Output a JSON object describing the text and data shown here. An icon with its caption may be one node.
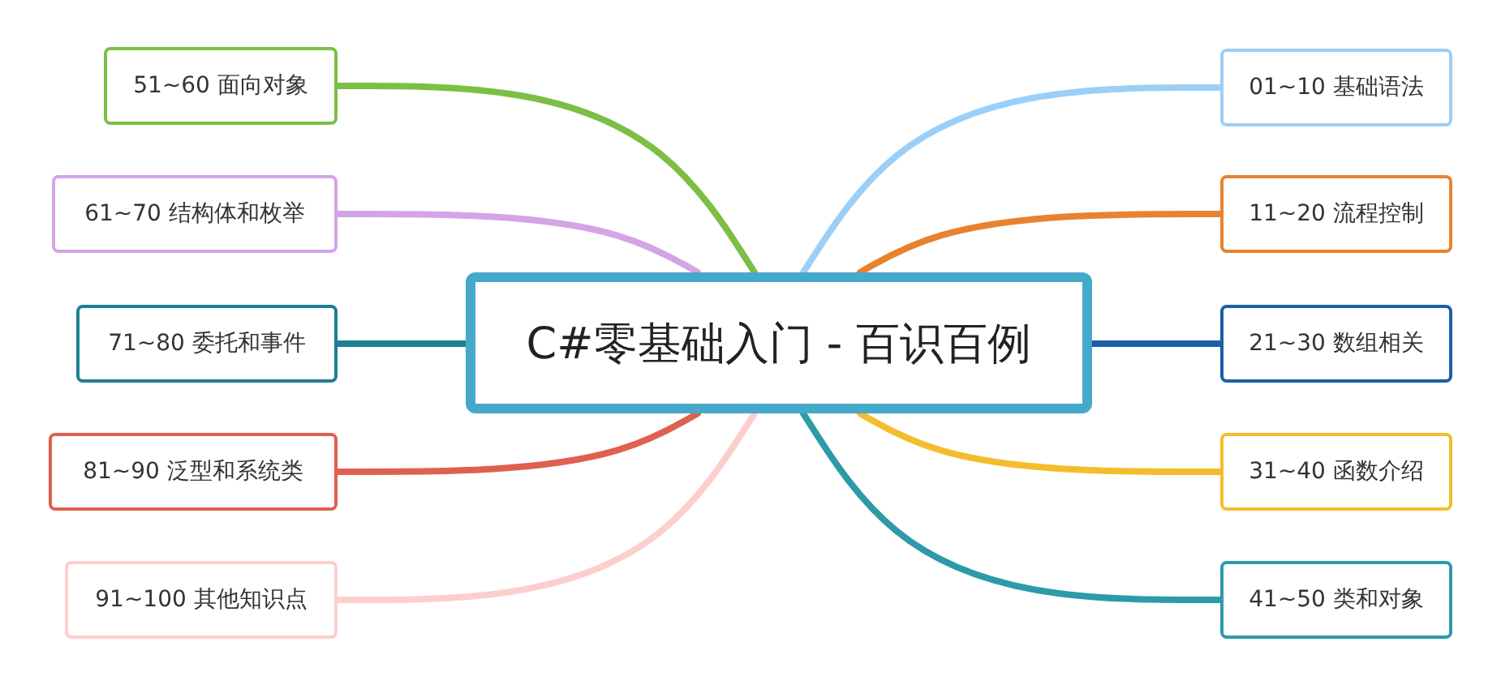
{
  "diagram": {
    "nodes": [
      {
        "text": [
          "C#零基础入门 - 百识百例"
        ]
      },
      {
        "text": [
          "01~10 基础语法"
        ]
      },
      {
        "text": [
          "11~20 流程控制"
        ]
      },
      {
        "text": [
          "21~30 数组相关"
        ]
      },
      {
        "text": [
          "31~40 函数介绍"
        ]
      },
      {
        "text": [
          "41~50 类和对象"
        ]
      },
      {
        "text": [
          "51~60 面向对象"
        ]
      },
      {
        "text": [
          "61~70 结构体和枚举"
        ]
      },
      {
        "text": [
          "71~80 委托和事件"
        ]
      },
      {
        "text": [
          "81~90 泛型和系统类"
        ]
      },
      {
        "text": [
          "91~100 其他知识点"
        ]
      }
    ],
    "edges": [
      {
        "from": 0,
        "to": 1,
        "arrow": "none",
        "color": "#9ccff7"
      },
      {
        "from": 0,
        "to": 2,
        "arrow": "none",
        "color": "#e8822e"
      },
      {
        "from": 0,
        "to": 3,
        "arrow": "none",
        "color": "#1a5fa8"
      },
      {
        "from": 0,
        "to": 4,
        "arrow": "none",
        "color": "#f5bd2d"
      },
      {
        "from": 0,
        "to": 5,
        "arrow": "none",
        "color": "#2e9aa8"
      },
      {
        "from": 0,
        "to": 6,
        "arrow": "none",
        "color": "#7bbf44"
      },
      {
        "from": 0,
        "to": 7,
        "arrow": "none",
        "color": "#d3a4e6"
      },
      {
        "from": 0,
        "to": 8,
        "arrow": "none",
        "color": "#1e7f94"
      },
      {
        "from": 0,
        "to": 9,
        "arrow": "none",
        "color": "#e0604f"
      },
      {
        "from": 0,
        "to": 10,
        "arrow": "none",
        "color": "#fccfcc"
      }
    ]
  }
}
